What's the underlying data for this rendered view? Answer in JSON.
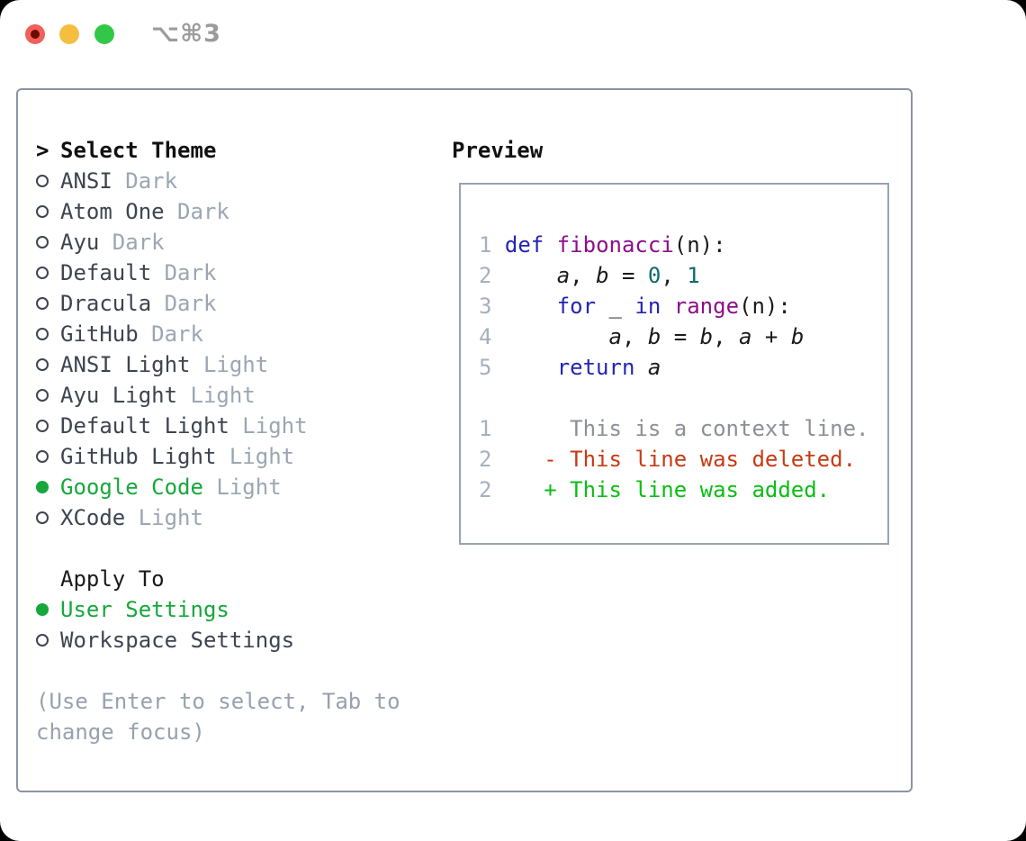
{
  "window": {
    "title": "⌥⌘3",
    "traffic_lights": [
      "close",
      "minimize",
      "zoom"
    ]
  },
  "theme_panel": {
    "prompt_glyph": ">",
    "header": "Select Theme",
    "items": [
      {
        "name": "ANSI",
        "variant": "Dark",
        "selected": false
      },
      {
        "name": "Atom One",
        "variant": "Dark",
        "selected": false
      },
      {
        "name": "Ayu",
        "variant": "Dark",
        "selected": false
      },
      {
        "name": "Default",
        "variant": "Dark",
        "selected": false
      },
      {
        "name": "Dracula",
        "variant": "Dark",
        "selected": false
      },
      {
        "name": "GitHub",
        "variant": "Dark",
        "selected": false
      },
      {
        "name": "ANSI Light",
        "variant": "Light",
        "selected": false
      },
      {
        "name": "Ayu Light",
        "variant": "Light",
        "selected": false
      },
      {
        "name": "Default Light",
        "variant": "Light",
        "selected": false
      },
      {
        "name": "GitHub Light",
        "variant": "Light",
        "selected": false
      },
      {
        "name": "Google Code",
        "variant": "Light",
        "selected": true
      },
      {
        "name": "XCode",
        "variant": "Light",
        "selected": false
      }
    ],
    "apply_to": {
      "header": "Apply To",
      "options": [
        {
          "label": "User Settings",
          "selected": true
        },
        {
          "label": "Workspace Settings",
          "selected": false
        }
      ]
    },
    "hint": "(Use Enter to select, Tab to change focus)"
  },
  "preview": {
    "header": "Preview",
    "lines": [
      [
        {
          "c": "ln",
          "t": "1"
        },
        {
          "c": "txt",
          "t": " "
        },
        {
          "c": "kw",
          "t": "def"
        },
        {
          "c": "txt",
          "t": " "
        },
        {
          "c": "fn",
          "t": "fibonacci"
        },
        {
          "c": "txt",
          "t": "(n):"
        }
      ],
      [
        {
          "c": "ln",
          "t": "2"
        },
        {
          "c": "txt",
          "t": "     "
        },
        {
          "c": "var",
          "t": "a"
        },
        {
          "c": "txt",
          "t": ", "
        },
        {
          "c": "var",
          "t": "b"
        },
        {
          "c": "txt",
          "t": " = "
        },
        {
          "c": "num",
          "t": "0"
        },
        {
          "c": "txt",
          "t": ", "
        },
        {
          "c": "num",
          "t": "1"
        }
      ],
      [
        {
          "c": "ln",
          "t": "3"
        },
        {
          "c": "txt",
          "t": "     "
        },
        {
          "c": "kw",
          "t": "for"
        },
        {
          "c": "txt",
          "t": " _ "
        },
        {
          "c": "kw",
          "t": "in"
        },
        {
          "c": "txt",
          "t": " "
        },
        {
          "c": "fn",
          "t": "range"
        },
        {
          "c": "txt",
          "t": "(n):"
        }
      ],
      [
        {
          "c": "ln",
          "t": "4"
        },
        {
          "c": "txt",
          "t": "         "
        },
        {
          "c": "var",
          "t": "a"
        },
        {
          "c": "txt",
          "t": ", "
        },
        {
          "c": "var",
          "t": "b"
        },
        {
          "c": "txt",
          "t": " = "
        },
        {
          "c": "var",
          "t": "b"
        },
        {
          "c": "txt",
          "t": ", "
        },
        {
          "c": "var",
          "t": "a"
        },
        {
          "c": "txt",
          "t": " + "
        },
        {
          "c": "var",
          "t": "b"
        }
      ],
      [
        {
          "c": "ln",
          "t": "5"
        },
        {
          "c": "txt",
          "t": "     "
        },
        {
          "c": "kw",
          "t": "return"
        },
        {
          "c": "txt",
          "t": " "
        },
        {
          "c": "var",
          "t": "a"
        }
      ],
      [],
      [
        {
          "c": "ln",
          "t": "1"
        },
        {
          "c": "txt",
          "t": "      "
        },
        {
          "c": "ctx",
          "t": "This is a context line."
        }
      ],
      [
        {
          "c": "ln",
          "t": "2"
        },
        {
          "c": "txt",
          "t": "    "
        },
        {
          "c": "del",
          "t": "- This line was deleted."
        }
      ],
      [
        {
          "c": "ln",
          "t": "2"
        },
        {
          "c": "txt",
          "t": "    "
        },
        {
          "c": "add",
          "t": "+ This line was added."
        }
      ]
    ]
  },
  "colors": {
    "accent_green": "#17a73c",
    "muted_gray": "#9ba6b2",
    "item_text": "#3e4450",
    "panel_border": "#8b94a3",
    "keyword_blue": "#2424b4",
    "function_purple": "#8b0f8b",
    "number_teal": "#0d6c6c",
    "diff_deleted_red": "#c63b13",
    "diff_added_green": "#0cbd15",
    "line_number_gray": "#a6b0bc",
    "traffic_red": "#f1605a",
    "traffic_yellow": "#f6be40",
    "traffic_green": "#33c748"
  }
}
